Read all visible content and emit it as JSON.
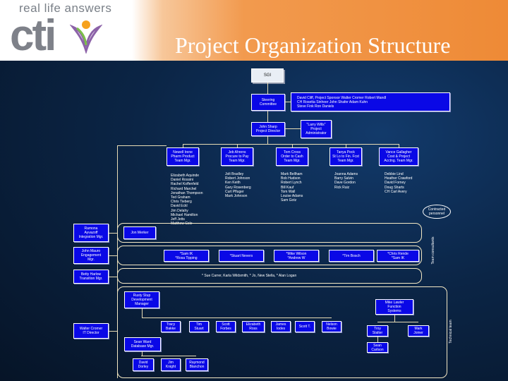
{
  "header": {
    "tagline": "real life answers",
    "brand": "cti",
    "title": "Project Organization Structure"
  },
  "chart": {
    "top": "SGI",
    "steering": {
      "label": "Steering Committee",
      "members": "David Cliff, Project Sponsor  Walter Cromer  Robert Mandl\nCH Rosetta Sinheer   John Shafer   Adam Kuhn\nSteve Fink   Ron Daniels"
    },
    "director": "John Sharp\nProject Director",
    "admin": "\"Larry Wills\"\nProject\nAdministrator",
    "teams": [
      {
        "lead": "Newell Irene\nPharm Product\nTeam Mgr.",
        "members": "Elizabeth Aquinde\nDaniel Rossini\nRachel Koffenfeld\nRichard Marchel\nJonathan Thompson\nTed Graham\nChris Tieberg\nDavid Eckl\nJim Delahy\nMichael Hamilton\nJeff Jetts\nMatthew Cole"
      },
      {
        "lead": "Jeb Ahrens\nProcure to Pay\nTeam Mgr.",
        "members": "Jolt Bradley\nRobert Johnson\nKen Keith\nGary Rosenberg\nCurt Pfluger\nMark Johnson"
      },
      {
        "lead": "Tom Cross\nOrder to Cash\nTeam Mgr.",
        "members": "Mark Bellham\nBob Hudson\nRobert Lynch\nBill Kauf\nTom Wall\nLouise Adams\nSam Gotz"
      },
      {
        "lead": "Tanya Peck\nSt Lo to Fin. Fcst\nTeam Mgr.",
        "members": "Joanna Adams\nBarry Salvin\nDave Gordon\nRick Ruiz"
      },
      {
        "lead": "Vance Gallagher\nCost & Project\nAcctng. Team Mgr.",
        "members": "Debbie Lind\nHeather Crawford\nDavid Forney\nDoug Sharts\nCH Carl Avery"
      }
    ],
    "contracted": "Contracted\npersonnel",
    "sides": [
      {
        "label": "Ramona\nAyvazoff\nIntegration Mgr."
      },
      {
        "label": "John Mauro\nEngagement\nMgr."
      },
      {
        "label": "Betty Harlow\nTransition Mgr."
      },
      {
        "label": "Walter Cromer\nIT Director"
      }
    ],
    "integration_box": "Jon Merker",
    "engagement_boxes": [
      "*Sam IK\n*Rosa Tipping",
      "*Stuart Nevers",
      "*Mike Wilson\n*Andrew W",
      "*Tim Bosch",
      "*Chris Rende\n*Sam IK"
    ],
    "transition_row": "* Sue Carrer, Karla Wildsmith, * Jo, New Stella, * Alan Logan",
    "systems_mgr": "Rusty Stup\nDevelopment\nManager",
    "systems_row": [
      "Tracy\nBakke",
      "Tim\nStuart",
      "Scott\nForbes",
      "Elizabeth\nRoss",
      "James\nIodes",
      "Scott T.",
      "Nelson\nBowie"
    ],
    "infra_mgr": "Mike Lawler\nFunction\nSystems",
    "infra_row": [
      "Troy\nStalter",
      "Mark\nJoiner"
    ],
    "infra_sub": "Sean\nCarlson",
    "db_mgr": "Sean Ward\nDatabase Mgr.",
    "db_row": [
      "David\nDorley",
      "Jim\nKnight",
      "Raymond\nBlanchon"
    ],
    "vertical_labels": [
      "Team\nconsultants",
      "Technical team"
    ]
  }
}
